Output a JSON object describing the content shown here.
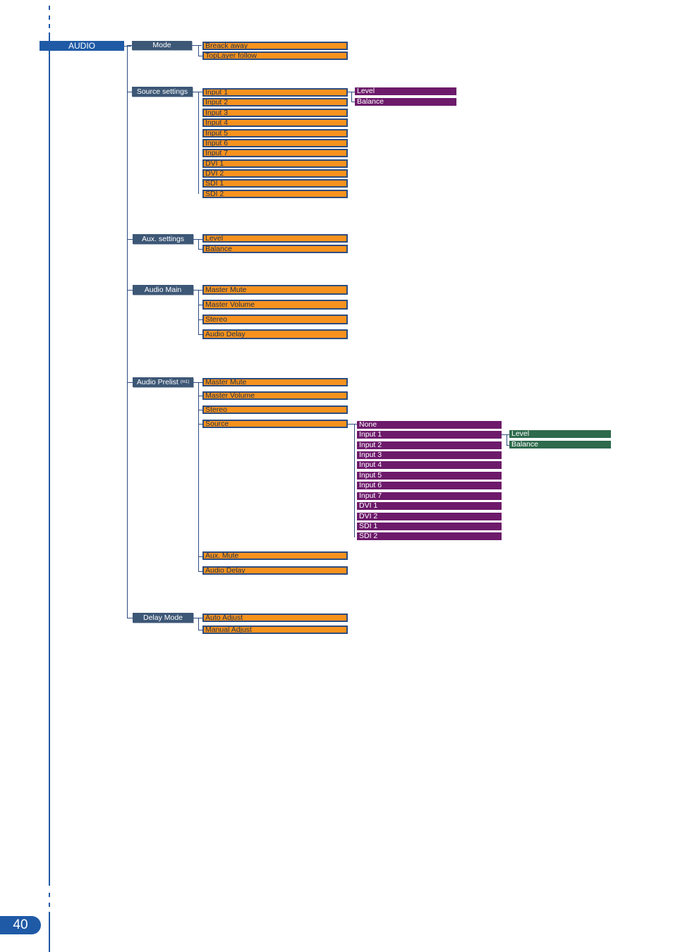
{
  "root": "AUDIO",
  "page_number": "40",
  "colors": {
    "root": "#1f5aa6",
    "category": "#3d5776",
    "option": "#f7921e",
    "sub_option": "#6d1a6b",
    "deep_option": "#2e6a4c"
  },
  "categories": {
    "mode": {
      "label": "Mode",
      "items": [
        "Breack away",
        "TopLayer follow"
      ]
    },
    "source": {
      "label": "Source settings",
      "items": [
        "Input 1",
        "Input 2",
        "Input 3",
        "Input 4",
        "Input 5",
        "Input 6",
        "Input 7",
        "DVI 1",
        "DVI 2",
        "SDI 1",
        "SDI 2"
      ],
      "sub": [
        "Level",
        "Balance"
      ]
    },
    "aux": {
      "label": "Aux. settings",
      "items": [
        "Level",
        "Balance"
      ]
    },
    "main": {
      "label": "Audio Main",
      "items": [
        "Master Mute",
        "Master Volume",
        "Stereo",
        "Audio Delay"
      ]
    },
    "prelist": {
      "label": "Audio Prelist",
      "note": "(m1)",
      "items": [
        "Master Mute",
        "Master Volume",
        "Stereo",
        "Source",
        "Aux. Mute",
        "Audio Delay"
      ],
      "source_items": [
        "None",
        "Input 1",
        "Input 2",
        "Input 3",
        "Input 4",
        "Input 5",
        "Input 6",
        "Input 7",
        "DVI 1",
        "DVI 2",
        "SDI 1",
        "SDI 2"
      ],
      "input_sub": [
        "Level",
        "Balance"
      ]
    },
    "delay": {
      "label": "Delay Mode",
      "items": [
        "Auto Adjust",
        "Manual Adjust"
      ]
    }
  }
}
